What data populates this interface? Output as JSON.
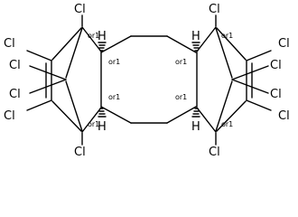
{
  "molecule": {
    "atoms": {
      "cl1": "Cl",
      "cl2": "Cl",
      "cl3": "Cl",
      "cl4": "Cl",
      "cl5": "Cl",
      "cl6": "Cl",
      "cl7": "Cl",
      "cl8": "Cl",
      "cl9": "Cl",
      "cl10": "Cl",
      "cl11": "Cl",
      "cl12": "Cl",
      "h1": "H",
      "h2": "H",
      "h3": "H",
      "h4": "H"
    },
    "stereo": {
      "s1": "or1",
      "s2": "or1",
      "s3": "or1",
      "s4": "or1",
      "s5": "or1",
      "s6": "or1",
      "s7": "or1",
      "s8": "or1"
    }
  }
}
